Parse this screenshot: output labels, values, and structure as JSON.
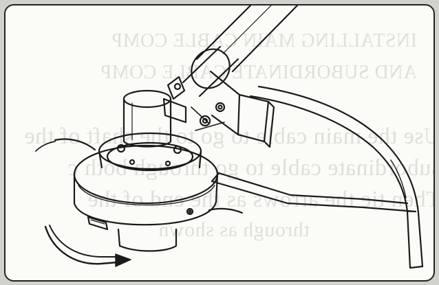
{
  "ghost_text": {
    "heading_line_1": "INSTALLING MAIN CABLE COMP",
    "heading_line_2": "AND SUBORDINATE CABLE COMP",
    "body_line_1": "Use the main cable to go to the shaft of the",
    "body_line_2": "subordinate cable to go through both c",
    "body_line_3": "Then tie the arrows as the end of the",
    "body_line_4": "through as shown"
  },
  "colors": {
    "panel_background": "#fbfbf7",
    "ink": "#1a1a1a",
    "scan_background": "#d2d2cc"
  },
  "icons": {
    "rotation_arrow": "curved-arrow-icon"
  }
}
